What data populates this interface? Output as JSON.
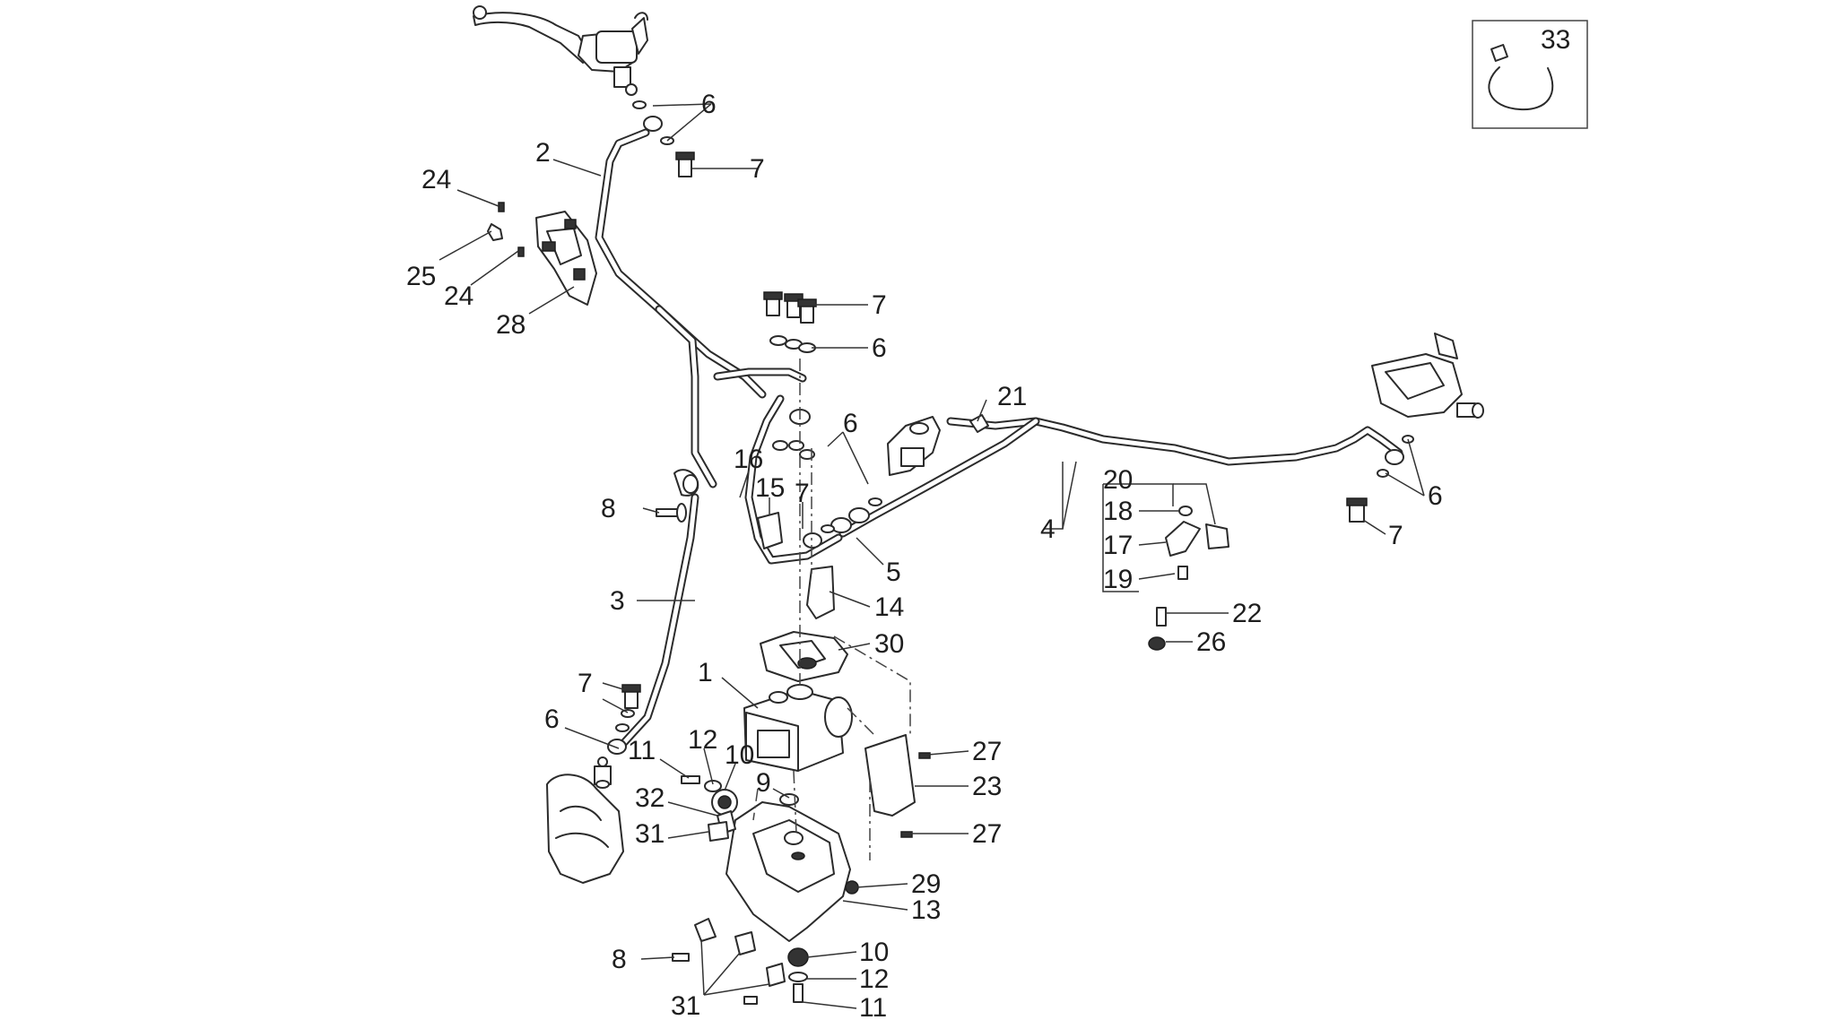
{
  "diagram": {
    "inset_label": "33",
    "callouts": [
      {
        "id": "c33",
        "text": "33"
      },
      {
        "id": "c6a",
        "text": "6"
      },
      {
        "id": "c7a",
        "text": "7"
      },
      {
        "id": "c2",
        "text": "2"
      },
      {
        "id": "c24a",
        "text": "24"
      },
      {
        "id": "c25",
        "text": "25"
      },
      {
        "id": "c24b",
        "text": "24"
      },
      {
        "id": "c28",
        "text": "28"
      },
      {
        "id": "c7b",
        "text": "7"
      },
      {
        "id": "c6b",
        "text": "6"
      },
      {
        "id": "c21",
        "text": "21"
      },
      {
        "id": "c6c",
        "text": "6"
      },
      {
        "id": "c16",
        "text": "16"
      },
      {
        "id": "c15",
        "text": "15"
      },
      {
        "id": "c7c",
        "text": "7"
      },
      {
        "id": "c8a",
        "text": "8"
      },
      {
        "id": "c20",
        "text": "20"
      },
      {
        "id": "c18",
        "text": "18"
      },
      {
        "id": "c4",
        "text": "4"
      },
      {
        "id": "c17",
        "text": "17"
      },
      {
        "id": "c5",
        "text": "5"
      },
      {
        "id": "c19",
        "text": "19"
      },
      {
        "id": "c6d",
        "text": "6"
      },
      {
        "id": "c7d",
        "text": "7"
      },
      {
        "id": "c3",
        "text": "3"
      },
      {
        "id": "c14",
        "text": "14"
      },
      {
        "id": "c22",
        "text": "22"
      },
      {
        "id": "c30",
        "text": "30"
      },
      {
        "id": "c26",
        "text": "26"
      },
      {
        "id": "c1",
        "text": "1"
      },
      {
        "id": "c7e",
        "text": "7"
      },
      {
        "id": "c6e",
        "text": "6"
      },
      {
        "id": "c11a",
        "text": "11"
      },
      {
        "id": "c12a",
        "text": "12"
      },
      {
        "id": "c10a",
        "text": "10"
      },
      {
        "id": "c27a",
        "text": "27"
      },
      {
        "id": "c9",
        "text": "9"
      },
      {
        "id": "c23",
        "text": "23"
      },
      {
        "id": "c32",
        "text": "32"
      },
      {
        "id": "c27b",
        "text": "27"
      },
      {
        "id": "c31a",
        "text": "31"
      },
      {
        "id": "c29",
        "text": "29"
      },
      {
        "id": "c13",
        "text": "13"
      },
      {
        "id": "c8b",
        "text": "8"
      },
      {
        "id": "c10b",
        "text": "10"
      },
      {
        "id": "c12b",
        "text": "12"
      },
      {
        "id": "c31b",
        "text": "31"
      },
      {
        "id": "c11b",
        "text": "11"
      }
    ]
  }
}
